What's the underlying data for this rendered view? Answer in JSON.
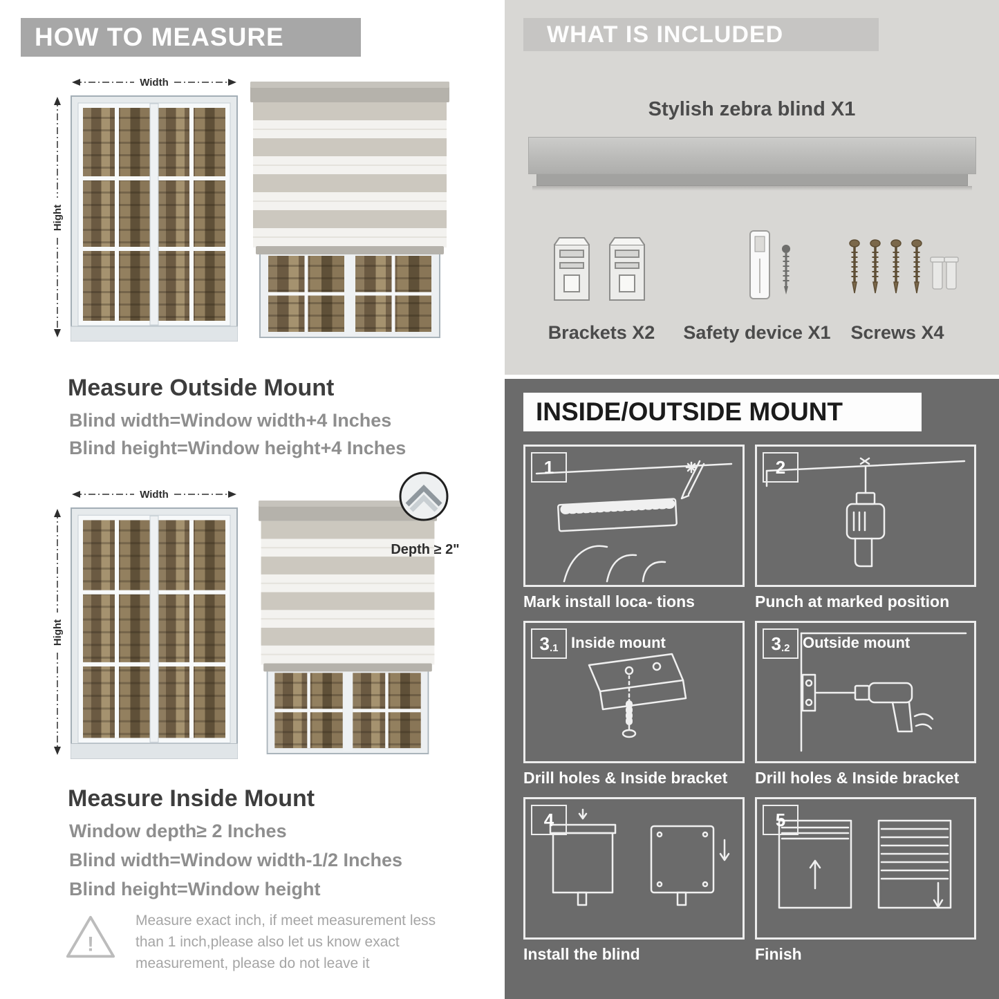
{
  "colors": {
    "left_banner": "#a7a7a7",
    "included_bg": "#d8d7d4",
    "included_banner": "#c6c5c3",
    "mount_bg": "#6b6b6b",
    "heading_text": "#3d3d3d",
    "formula_text": "#8e8e8e"
  },
  "left": {
    "header": "HOW TO MEASURE",
    "warning_glyph": "!",
    "outside": {
      "width_label": "Width",
      "height_label": "Hight",
      "title": "Measure Outside Mount",
      "formulas": [
        "Blind width=Window width+4 Inches",
        "Blind height=Window height+4 Inches"
      ]
    },
    "inside": {
      "width_label": "Width",
      "height_label": "Hight",
      "depth_label": "Depth ≥ 2\"",
      "title": "Measure Inside Mount",
      "formulas": [
        "Window depth≥ 2 Inches",
        "Blind width=Window width-1/2 Inches",
        "Blind height=Window height"
      ]
    },
    "note_lines": [
      "Measure exact inch, if meet measurement less",
      "than 1 inch,please also let us know exact",
      "measurement, please do not leave it"
    ]
  },
  "included": {
    "header": "WHAT IS INCLUDED",
    "product_title": "Stylish zebra blind X1",
    "items": [
      {
        "label": "Brackets X2"
      },
      {
        "label": "Safety device X1"
      },
      {
        "label": "Screws X4"
      }
    ]
  },
  "mount": {
    "header": "INSIDE/OUTSIDE MOUNT",
    "steps": [
      {
        "num": "1",
        "sub": "",
        "title": "",
        "caption": "Mark install loca- tions"
      },
      {
        "num": "2",
        "sub": "",
        "title": "",
        "caption": "Punch at  marked position"
      },
      {
        "num": "3",
        "sub": ".1",
        "title": "Inside mount",
        "caption": "Drill holes &  Inside bracket"
      },
      {
        "num": "3",
        "sub": ".2",
        "title": "Outside mount",
        "caption": "Drill holes &  Inside bracket"
      },
      {
        "num": "4",
        "sub": "",
        "title": "",
        "caption": "Install the blind"
      },
      {
        "num": "5",
        "sub": "",
        "title": "",
        "caption": "Finish"
      }
    ]
  }
}
